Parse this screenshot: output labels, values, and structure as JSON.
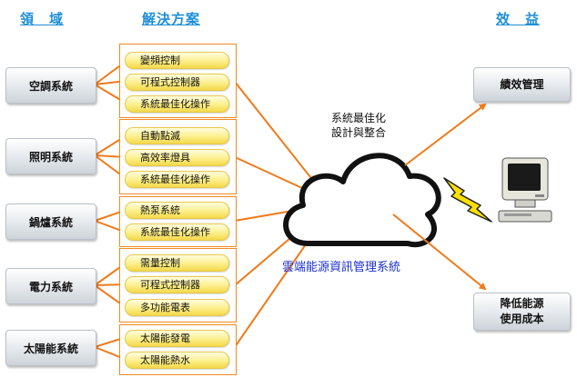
{
  "headers": {
    "domain": "領　域",
    "solution": "解決方案",
    "effect": "效　益"
  },
  "rows": [
    {
      "domain": "空調系統",
      "solutions": [
        "變頻控制",
        "可程式控制器",
        "系統最佳化操作"
      ]
    },
    {
      "domain": "照明系統",
      "solutions": [
        "自動點滅",
        "高效率燈具",
        "系統最佳化操作"
      ]
    },
    {
      "domain": "鍋爐系統",
      "solutions": [
        "熱泵系統",
        "系統最佳化操作"
      ]
    },
    {
      "domain": "電力系統",
      "solutions": [
        "需量控制",
        "可程式控制器",
        "多功能電表"
      ]
    },
    {
      "domain": "太陽能系統",
      "solutions": [
        "太陽能發電",
        "太陽能熱水"
      ]
    }
  ],
  "cloud": {
    "caption_line1": "系統最佳化",
    "caption_line2": "設計與整合",
    "label": "雲端能源資訊管理系統"
  },
  "effects": {
    "top": "績效管理",
    "bottom_line1": "降低能源",
    "bottom_line2": "使用成本"
  },
  "colors": {
    "header": "#1e8fd8",
    "arrow": "#f07a1a",
    "group_border": "#f08a24",
    "pill_fill": "#fcef8c",
    "cloud_label": "#1a2fd0",
    "lightning": "#ffe000"
  },
  "icons": {
    "computer": "computer-icon",
    "lightning": "lightning-icon",
    "cloud": "cloud-icon"
  }
}
